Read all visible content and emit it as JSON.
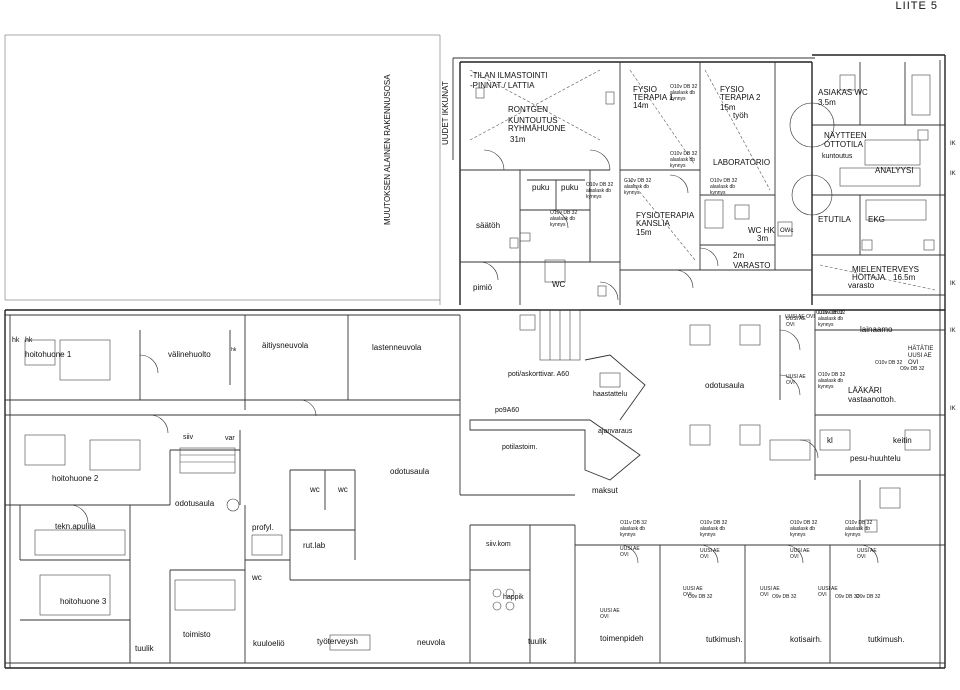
{
  "page_label": "LIITE 5",
  "side_labels": {
    "ducts": "MUUTOKSEN ALAINEN RAKENNUSOSA",
    "windows": "UUDET IKKUNAT"
  },
  "notes": {
    "air": [
      "-TILAN ILMASTOINTI",
      "-PINNAT / LATTIA"
    ]
  },
  "rooms": {
    "rontgen": "RONTGEN",
    "kuntoutus": [
      "KUNTOUTUS",
      "RYHMÄHUONE",
      "31m"
    ],
    "fysio1": [
      "FYSIO",
      "TERAPIA 1",
      "14m"
    ],
    "fysio2": [
      "FYSIO",
      "TERAPIA 2",
      "15m",
      "työh"
    ],
    "laboratorio": "LABORATORIO",
    "fysioterapia": [
      "FYSIOTERAPIA",
      "KANSLIA",
      "15m"
    ],
    "wchk": [
      "WC HK",
      "3m"
    ],
    "varasto": [
      "2m",
      "VARASTO"
    ],
    "puku1": "puku",
    "puku2": "puku",
    "saatoh": "säätöh",
    "pimio": "pimiö",
    "wc_top": "WC",
    "asiakas_wc": [
      "ASIAKAS WC",
      "3.5m"
    ],
    "naytteen": [
      "NÄYTTEEN",
      "OTTOTILA"
    ],
    "kuntoutus_small": "kuntoutus",
    "analyysi": "ANALYYSI",
    "etutila": "ETUTILA",
    "ekg": "EKG",
    "mielenterveys": [
      "MIELENTERVEYS",
      "HOITAJA",
      "16.5m",
      "varasto"
    ],
    "lainaamo": "lainaamo",
    "laakari": [
      "LÄÄKÄRI",
      "vastaanottoh."
    ],
    "hataetie": [
      "HÄTÄTIE",
      "UUSI AE",
      "OVI"
    ],
    "kl": "kl",
    "keitin": "keitin",
    "pesu": "pesu-huuhtelu",
    "hoitohuone1": "hoitohuone 1",
    "valinehuolto": "välinehuolto",
    "aitiys": "äitiysneuvola",
    "lastenneuvola": "lastenneuvola",
    "poti": "poti/askorttivar. A60",
    "po9a60": "po9A60",
    "haastattelu": "haastattelu",
    "odotusaula_r": "odotusaula",
    "siiv": "siiv",
    "var": "var",
    "potilastoim": "potilastoim.",
    "ajanvaraus": "ajanvaraus",
    "hoitohuone2": "hoitohuone 2",
    "odotusaula_c": "odotusaula",
    "wc1": "wc",
    "wc2": "wc",
    "maksut": "maksut",
    "odotusaula_l": "odotusaula",
    "tekn": "tekn.apulila",
    "profyl": "profyl.",
    "rutlab": "rut.lab",
    "siivkom": "siiv.kom",
    "hoitohuone3": "hoitohuone 3",
    "wc3": "wc",
    "happik": "happik",
    "toimisto": "toimisto",
    "tuulik1": "tuulik",
    "kuuloel": "kuuloeliö",
    "tyoterv": "työterveysh",
    "neuvola": "neuvola",
    "tuulik2": "tuulik",
    "toimenpide": "toimenpideh",
    "tutkimush1": "tutkimush.",
    "koti": "kotisairh.",
    "tutkimush2": "tutkimush.",
    "hk1": "hk",
    "hk2": "hk",
    "hk_side": "hk",
    "owc": "OWc",
    "ovi_note": "O10v DB 32",
    "ovi_uusi": "UUSI AE OVI",
    "ovi_o9v": "O9v DB 32"
  },
  "door_notes": [
    [
      "O10v DB 32",
      "alaslask db",
      "kynnys"
    ],
    [
      "G10v DB 32",
      "alaslask db",
      "kynnys"
    ],
    [
      "O10v DB 32",
      "alaslask db",
      "kynnys"
    ],
    [
      "O10v DB 32",
      "alaslask db",
      "kynnys"
    ],
    [
      "O10v DB 32",
      "alaslask db",
      "kynnys"
    ],
    [
      "O10v DB 32",
      "alaslask db",
      "kynnys"
    ],
    [
      "O10v DB 32",
      "alaslask db",
      "kynnys"
    ],
    [
      "O10v DB 32",
      "alaslask db",
      "kynnys"
    ],
    [
      "UUSI AE",
      "OVI"
    ],
    [
      "O10v DB 32",
      "alaslask db",
      "kynnys"
    ],
    [
      "UUSI AE",
      "OVI"
    ],
    [
      "O10v DB 32",
      "alaslask db",
      "kynnys"
    ],
    [
      "O11v DB 32",
      "alaslask db",
      "kynnys"
    ],
    [
      "UUSI AE",
      "OVI"
    ],
    [
      "O10v DB 32",
      "alaslask db",
      "kynnys"
    ],
    [
      "UUSI AE",
      "OVI"
    ],
    [
      "O10v DB 32",
      "alaslask db",
      "kynnys"
    ],
    [
      "UUSI AE",
      "OVI"
    ],
    [
      "O10v DB 32",
      "alaslask db",
      "kynnys"
    ],
    [
      "UUSI AE",
      "OVI"
    ],
    [
      "UUSI AE",
      "OVI"
    ],
    [
      "O9v DB 32"
    ],
    [
      "UUSI AE",
      "OVI"
    ],
    [
      "O9v DB 32"
    ],
    [
      "UUSI AE",
      "OVI"
    ],
    [
      "O9v DB 32"
    ],
    [
      "UUSI AE",
      "OVI"
    ],
    [
      "O9v DB 32"
    ]
  ],
  "side_marks": [
    "IK",
    "IK",
    "IK",
    "IK",
    "IK"
  ]
}
